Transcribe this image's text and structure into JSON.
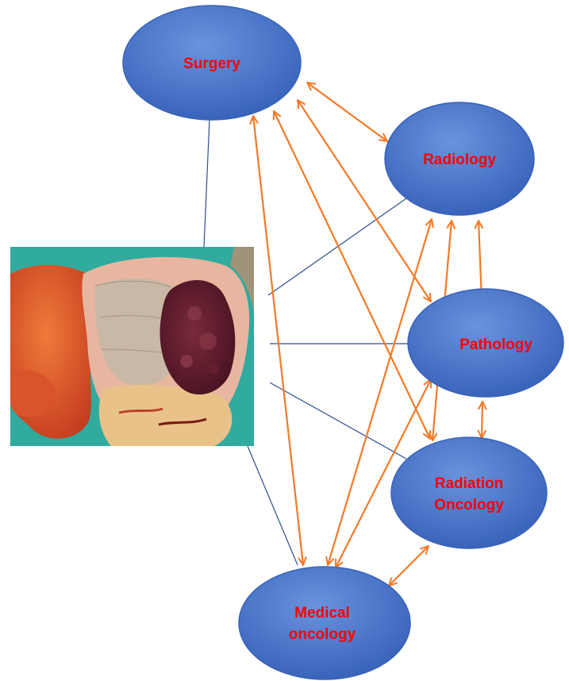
{
  "nodes": {
    "surgery": {
      "lines": [
        "Surgery"
      ]
    },
    "radiology": {
      "lines": [
        "Radiology"
      ]
    },
    "pathology": {
      "lines": [
        "Pathology"
      ]
    },
    "radiation_oncology": {
      "lines": [
        "Radiation",
        "Oncology"
      ]
    },
    "medical_oncology": {
      "lines": [
        "Medical",
        "oncology"
      ]
    }
  },
  "colors": {
    "node_fill": "#4f7ed2",
    "node_fill_dark": "#2c59b0",
    "node_stroke": "#3a63b8",
    "label_text": "#ff0000",
    "arrow": "#f47a26",
    "connector": "#2e4f8f"
  },
  "specimen_image": {
    "icon": "tumor-specimen-photo"
  }
}
